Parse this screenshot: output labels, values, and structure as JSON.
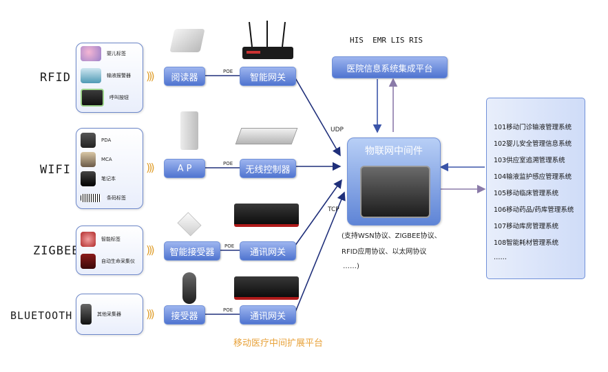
{
  "technologies": [
    {
      "name": "RFID",
      "items": [
        "婴儿标签",
        "输液报警器",
        "呼叫按钮"
      ]
    },
    {
      "name": "WIFI",
      "items": [
        "PDA",
        "MCA",
        "笔记本",
        "条码标签"
      ]
    },
    {
      "name": "ZIGBEE",
      "items": [
        "智能标签",
        "自动生命采集仪"
      ]
    },
    {
      "name": "BLUETOOTH",
      "items": [
        "其他采集器"
      ]
    }
  ],
  "receivers": [
    "阅读器",
    "A P",
    "智能接受器",
    "接受器"
  ],
  "gateways": [
    "智能网关",
    "无线控制器",
    "通讯网关",
    "通讯网关"
  ],
  "poe_label": "POE",
  "protocols": {
    "udp": "UDP",
    "tcp": "TCP"
  },
  "middleware": {
    "title": "物联网中间件",
    "description": [
      "(支持WSN协议、ZIGBEE协议、",
      "RFID应用协议、以太网协议",
      "……)"
    ]
  },
  "platform": {
    "systems_header": "HIS  EMR LIS RIS",
    "title": "医院信息系统集成平台"
  },
  "systems": [
    "101移动门诊输液管理系统",
    "102婴儿安全管理信息系统",
    "103供应室追溯管理系统",
    "104输液监护感应管理系统",
    "105移动临床管理系统",
    "106移动药品/药库管理系统",
    "107移动库房管理系统",
    "108智能耗材管理系统",
    "……"
  ],
  "footer": "移动医疗中间扩展平台",
  "colors": {
    "box_top": "#9db5ef",
    "box_bottom": "#4f74d0",
    "footer": "#e8a23a",
    "arrow_dark": "#1f2f7a",
    "arrow_purple": "#8a7aa8"
  }
}
